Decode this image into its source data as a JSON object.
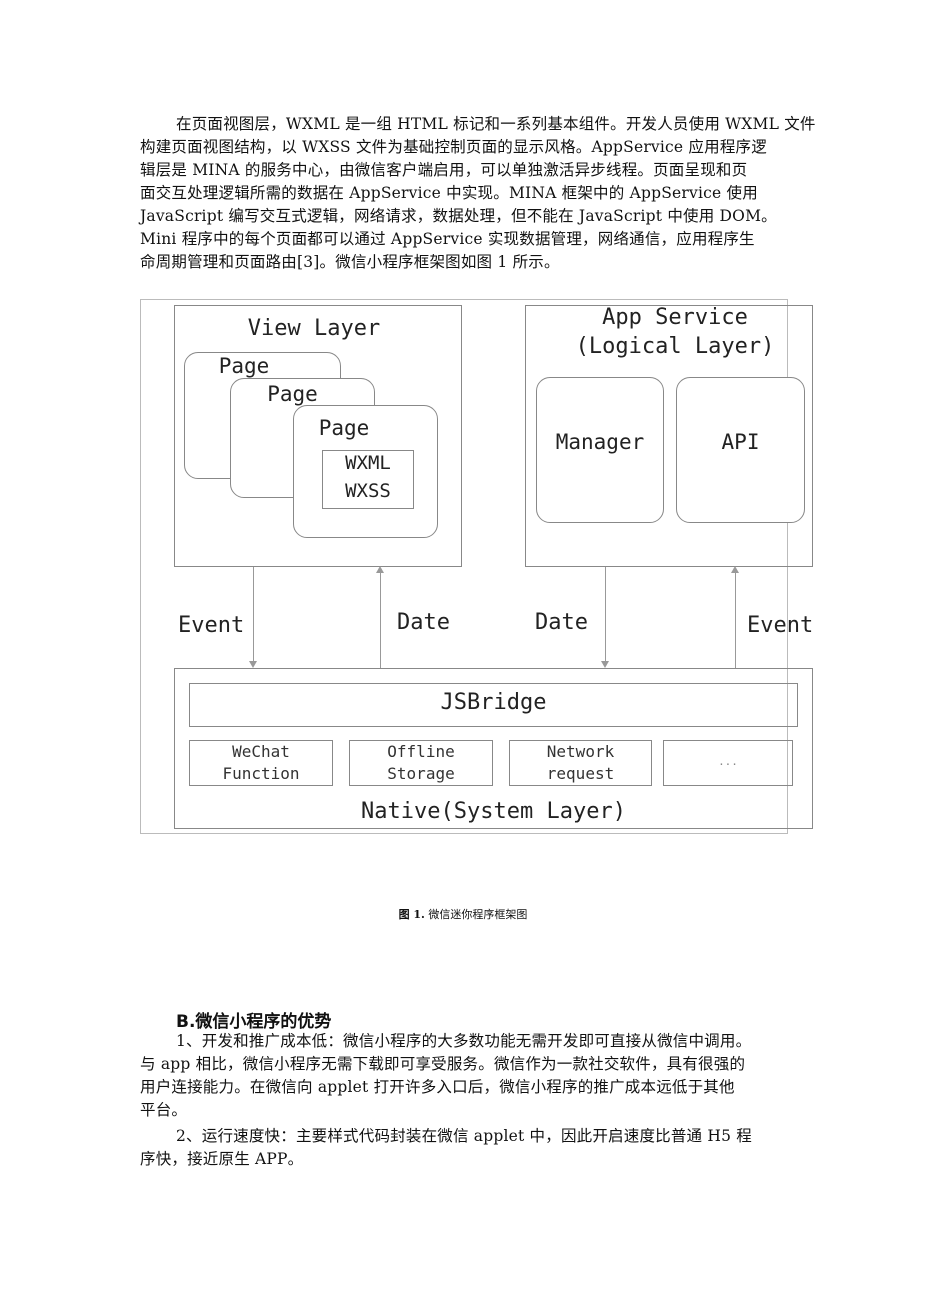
{
  "paragraph1": [
    "在页面视图层，WXML 是一组 HTML 标记和一系列基本组件。开发人员使用 WXML 文件",
    "构建页面视图结构，以 WXSS 文件为基础控制页面的显示风格。AppService 应用程序逻",
    "辑层是 MINA 的服务中心，由微信客户端启用，可以单独激活异步线程。页面呈现和页",
    "面交互处理逻辑所需的数据在 AppService 中实现。MINA 框架中的 AppService 使用",
    "JavaScript 编写交互式逻辑，网络请求，数据处理，但不能在 JavaScript 中使用 DOM。",
    "Mini 程序中的每个页面都可以通过 AppService 实现数据管理，网络通信，应用程序生",
    "命周期管理和页面路由[3]。微信小程序框架图如图 1 所示。"
  ],
  "diagram": {
    "view_layer": "View Layer",
    "page": "Page",
    "wxml": "WXML",
    "wxss": "WXSS",
    "app_service": "App Service",
    "logical_layer": "(Logical Layer)",
    "manager": "Manager",
    "api": "API",
    "event": "Event",
    "date": "Date",
    "jsbridge": "JSBridge",
    "modules": [
      [
        "WeChat",
        "Function"
      ],
      [
        "Offline",
        "Storage"
      ],
      [
        "Network",
        "request"
      ],
      [
        "...",
        ""
      ]
    ],
    "native": "Native(System Layer)"
  },
  "caption": {
    "label": "图 1.",
    "text": "微信迷你程序框架图"
  },
  "section": {
    "heading": "B.微信小程序的优势",
    "lines": [
      "1、开发和推广成本低：微信小程序的大多数功能无需开发即可直接从微信中调用。",
      "与 app 相比，微信小程序无需下载即可享受服务。微信作为一款社交软件，具有很强的",
      "用户连接能力。在微信向 applet 打开许多入口后，微信小程序的推广成本远低于其他",
      "平台。",
      "2、运行速度快：主要样式代码封装在微信 applet 中，因此开启速度比普通 H5 程",
      "序快，接近原生 APP。"
    ]
  }
}
